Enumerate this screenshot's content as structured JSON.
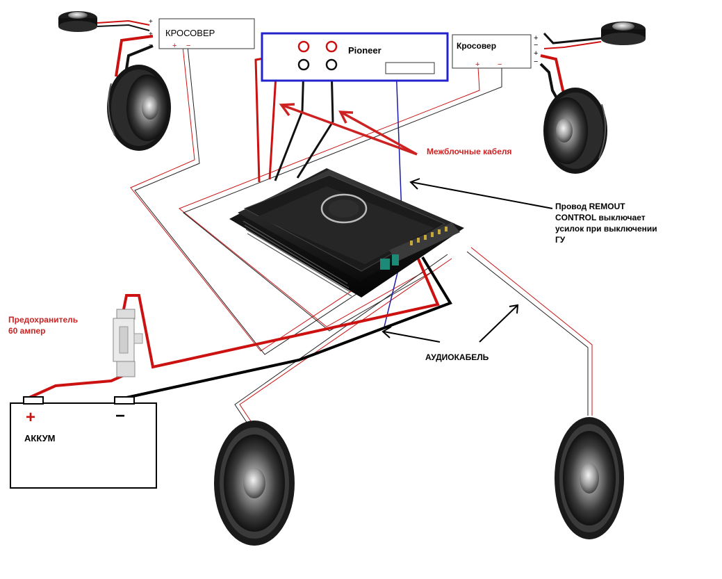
{
  "labels": {
    "crossover_left": "КРОСОВЕР",
    "crossover_right": "Кросовер",
    "head_unit": "Pioneer",
    "interconnect": "Межблочные кабеля",
    "remote_line1": "Провод REMOUT",
    "remote_line2": "CONTROL выключает",
    "remote_line3": "усилок при выключении",
    "remote_line4": "ГУ",
    "fuse_line1": "Предохранитель",
    "fuse_line2": "60 ампер",
    "audio_cable": "АУДИОКАБЕЛЬ",
    "battery": "АККУМ",
    "plus": "+",
    "minus": "−"
  },
  "colors": {
    "power": "#cc1111",
    "ground": "#000000",
    "remote": "#1a1aa8",
    "head_unit_frame": "#2222cc",
    "annotation_red": "#cc2222"
  },
  "icons": [
    "tweeter-icon",
    "midrange-speaker-icon",
    "oval-speaker-icon",
    "amplifier-icon",
    "fuse-icon",
    "battery-icon"
  ]
}
